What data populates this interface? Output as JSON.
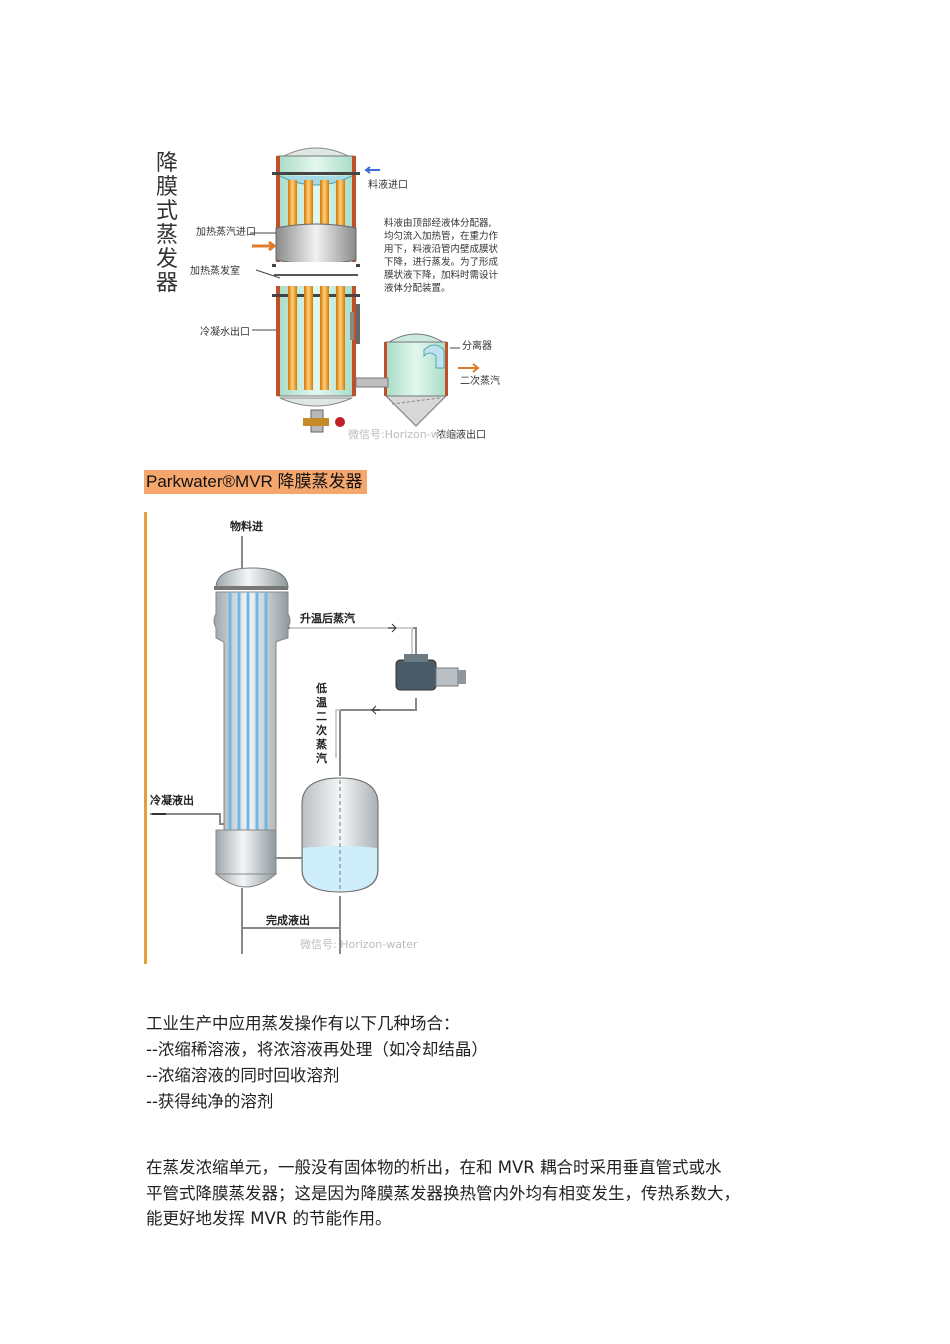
{
  "figure1": {
    "title_chars": [
      "降",
      "膜",
      "式",
      "蒸",
      "发",
      "器"
    ],
    "labels": {
      "feed_inlet": "料液进口",
      "steam_inlet": "加热蒸汽进口",
      "steam_chamber": "加热蒸发室",
      "condensate_outlet": "冷凝水出口",
      "separator": "分离器",
      "secondary_steam": "二次蒸汽",
      "concentrate_outlet": "浓缩液出口"
    },
    "description_lines": [
      "料液由顶部经液体分配器,",
      "均匀流入加热管，在重力作",
      "用下，料液沿管内壁成膜状",
      "下降，进行蒸发。为了形成",
      "膜状液下降，加料时需设计",
      "液体分配装置。"
    ],
    "watermark": "微信号:Horizon-water",
    "colors": {
      "shell": "#cfeee0",
      "tubes": "#f6a21c",
      "arrow": "#e07b2a"
    }
  },
  "caption": {
    "text": "Parkwater®MVR 降膜蒸发器",
    "bg": "#f5a66c"
  },
  "figure2": {
    "labels": {
      "feed_in": "物料进",
      "heated_steam": "升温后蒸汽",
      "low_temp_steam": [
        "低",
        "温",
        "二",
        "次",
        "蒸",
        "汽"
      ],
      "condensate_out": "冷凝液出",
      "product_out": "完成液出"
    },
    "watermark": "微信号: Horizon-water",
    "colors": {
      "liquid": "#cdeefa",
      "tubes": "#6fb7e8"
    }
  },
  "body": {
    "para1": [
      "工业生产中应用蒸发操作有以下几种场合：",
      "--浓缩稀溶液，将浓溶液再处理（如冷却结晶）",
      "--浓缩溶液的同时回收溶剂",
      "--获得纯净的溶剂"
    ],
    "para2": [
      "在蒸发浓缩单元，一般没有固体物的析出，在和 MVR 耦合时采用垂直管式或水",
      "平管式降膜蒸发器；这是因为降膜蒸发器换热管内外均有相变发生，传热系数大，",
      "能更好地发挥 MVR 的节能作用。"
    ]
  }
}
